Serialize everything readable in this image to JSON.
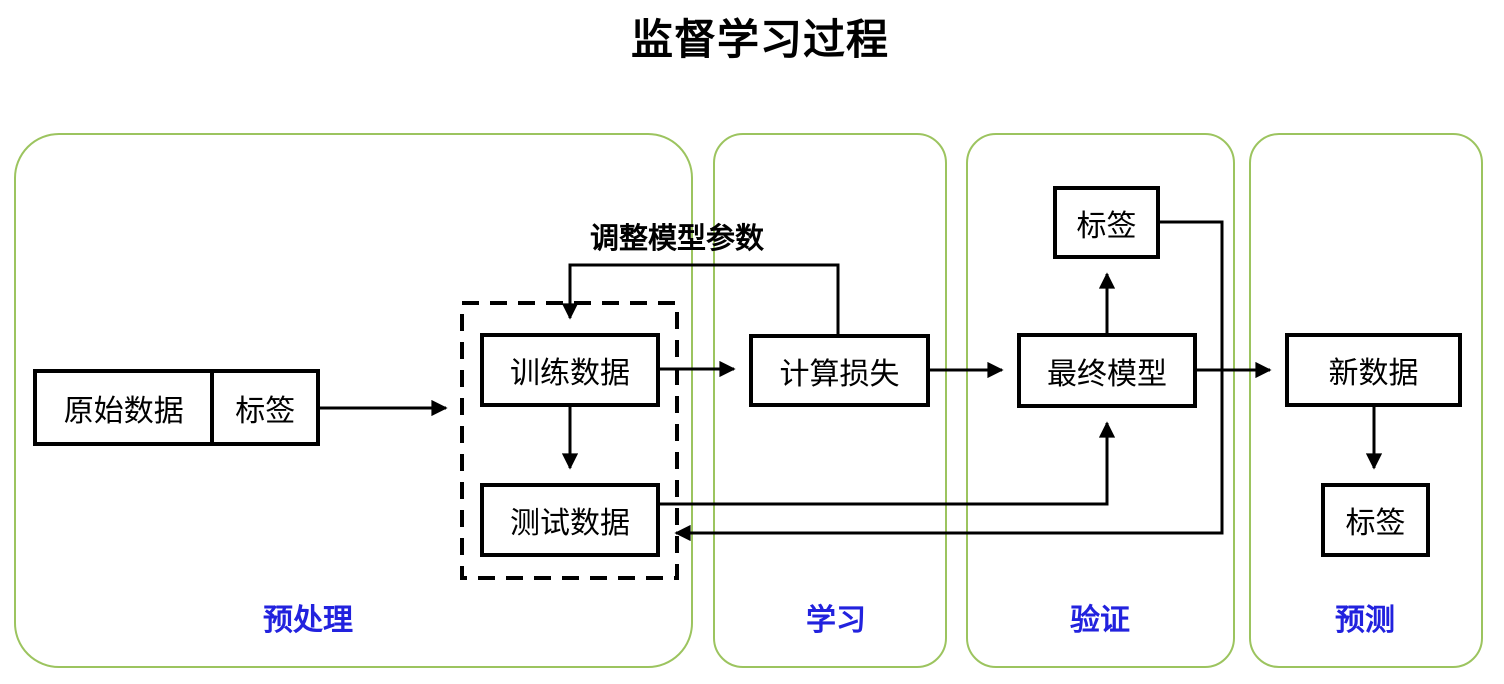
{
  "title": "监督学习过程",
  "colors": {
    "container_border": "#9cc45f",
    "zone_label_blue": "#2222de",
    "line_black": "#000000",
    "box_fill": "#ffffff"
  },
  "containers": [
    {
      "label": "预处理"
    },
    {
      "label": "学习"
    },
    {
      "label": "验证"
    },
    {
      "label": "预测"
    }
  ],
  "nodes": {
    "raw_data": "原始数据",
    "raw_label": "标签",
    "train_data": "训练数据",
    "test_data": "测试数据",
    "compute_loss": "计算损失",
    "final_model": "最终模型",
    "validation_label": "标签",
    "new_data": "新数据",
    "prediction_label": "标签"
  },
  "annotations": {
    "adjust_params": "调整模型参数"
  }
}
